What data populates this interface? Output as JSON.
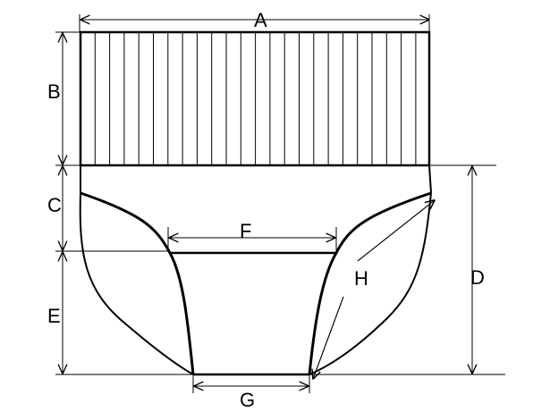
{
  "labels": {
    "a": "A",
    "b": "B",
    "c": "C",
    "d": "D",
    "e": "E",
    "f": "F",
    "g": "G",
    "h": "H"
  },
  "colors": {
    "stroke": "#000000",
    "background": "#ffffff"
  }
}
